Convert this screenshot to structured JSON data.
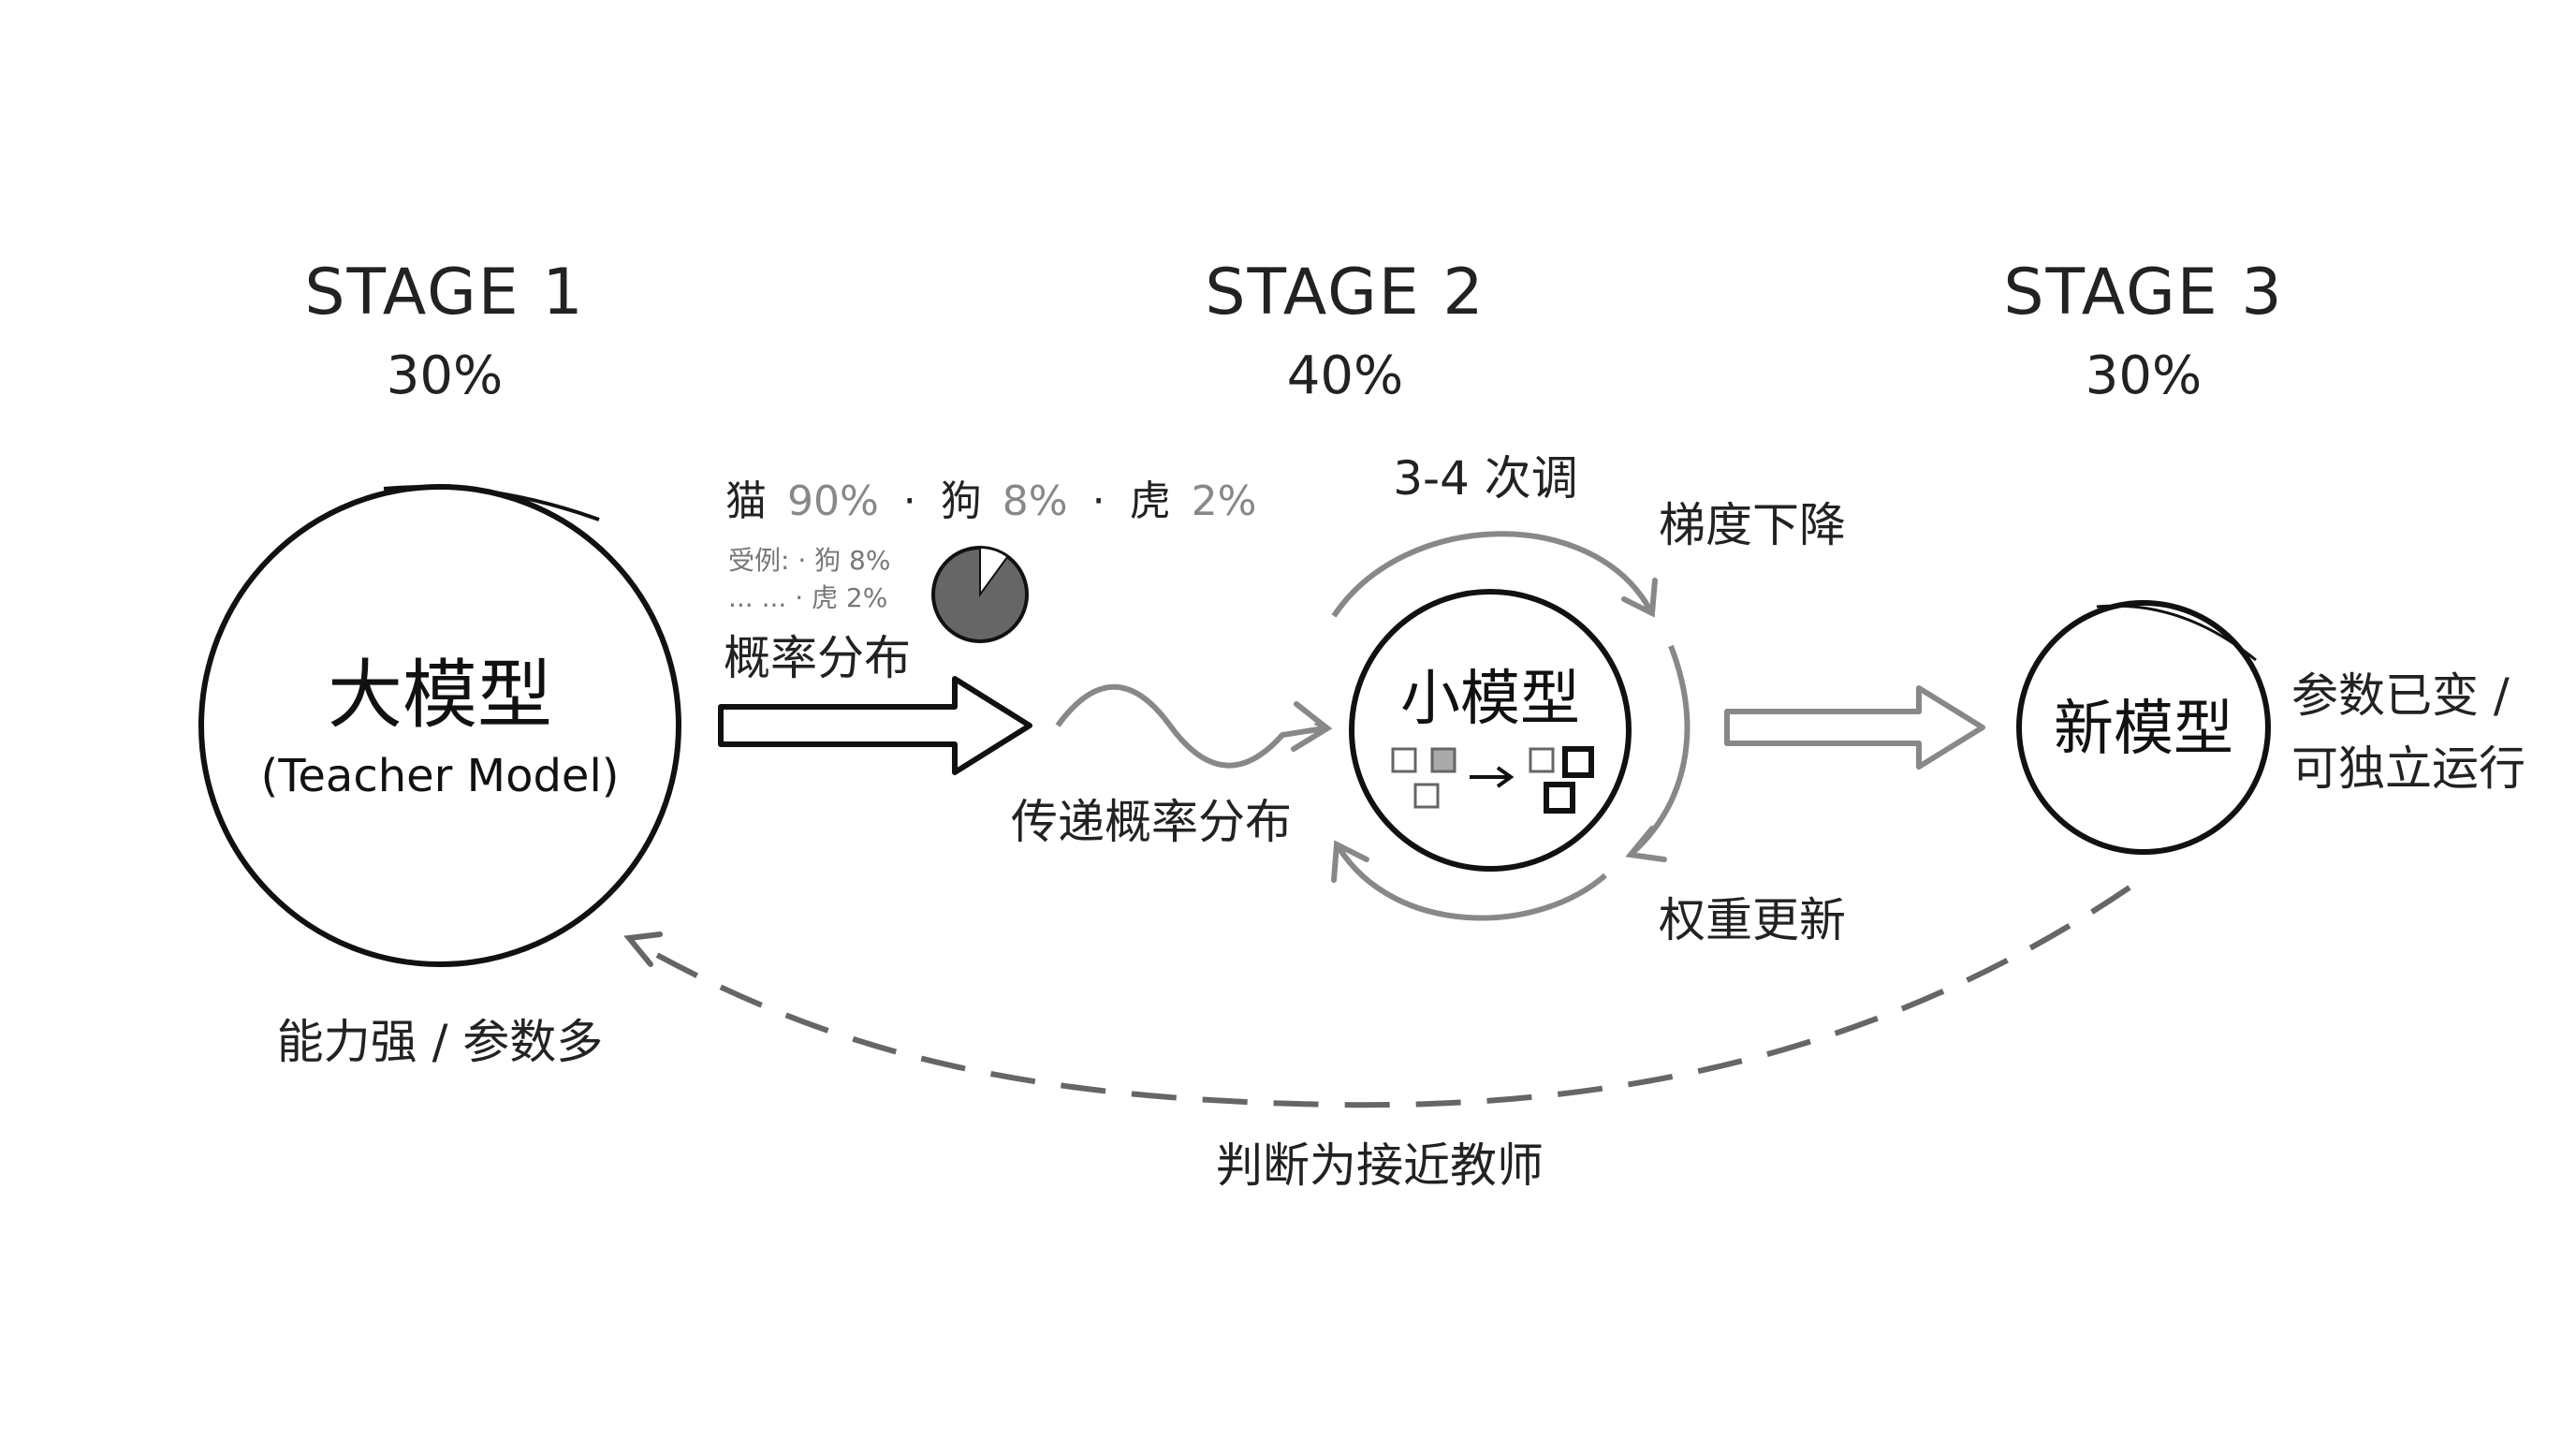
{
  "stages": [
    {
      "title": "STAGE 1",
      "percent": "30%"
    },
    {
      "title": "STAGE 2",
      "percent": "40%"
    },
    {
      "title": "STAGE 3",
      "percent": "30%"
    }
  ],
  "nodes": {
    "teacher": {
      "label": "大模型",
      "sublabel": "(Teacher Model)",
      "caption": "能力强 / 参数多"
    },
    "student": {
      "label": "小模型"
    },
    "new_model": {
      "label": "新模型",
      "caption_line1": "参数已变 /",
      "caption_line2": "可独立运行"
    }
  },
  "distribution": {
    "cat": "猫",
    "cat_pct": "90%",
    "sep1": "·",
    "dog": "狗",
    "dog_pct": "8%",
    "sep2": "·",
    "tiger": "虎",
    "tiger_pct": "2%",
    "detail_line1": "受例: · 狗 8%",
    "detail_line2": "... ...  · 虎 2%",
    "label": "概率分布",
    "pie_main_fraction": 0.9
  },
  "transfer_label": "传递概率分布",
  "loop": {
    "iterations": "3-4 次调",
    "gradient": "梯度下降",
    "weights": "权重更新"
  },
  "feedback_label": "判断为接近教师",
  "colors": {
    "ink": "#111111",
    "gray": "#888888",
    "pie_fill": "#666666"
  }
}
